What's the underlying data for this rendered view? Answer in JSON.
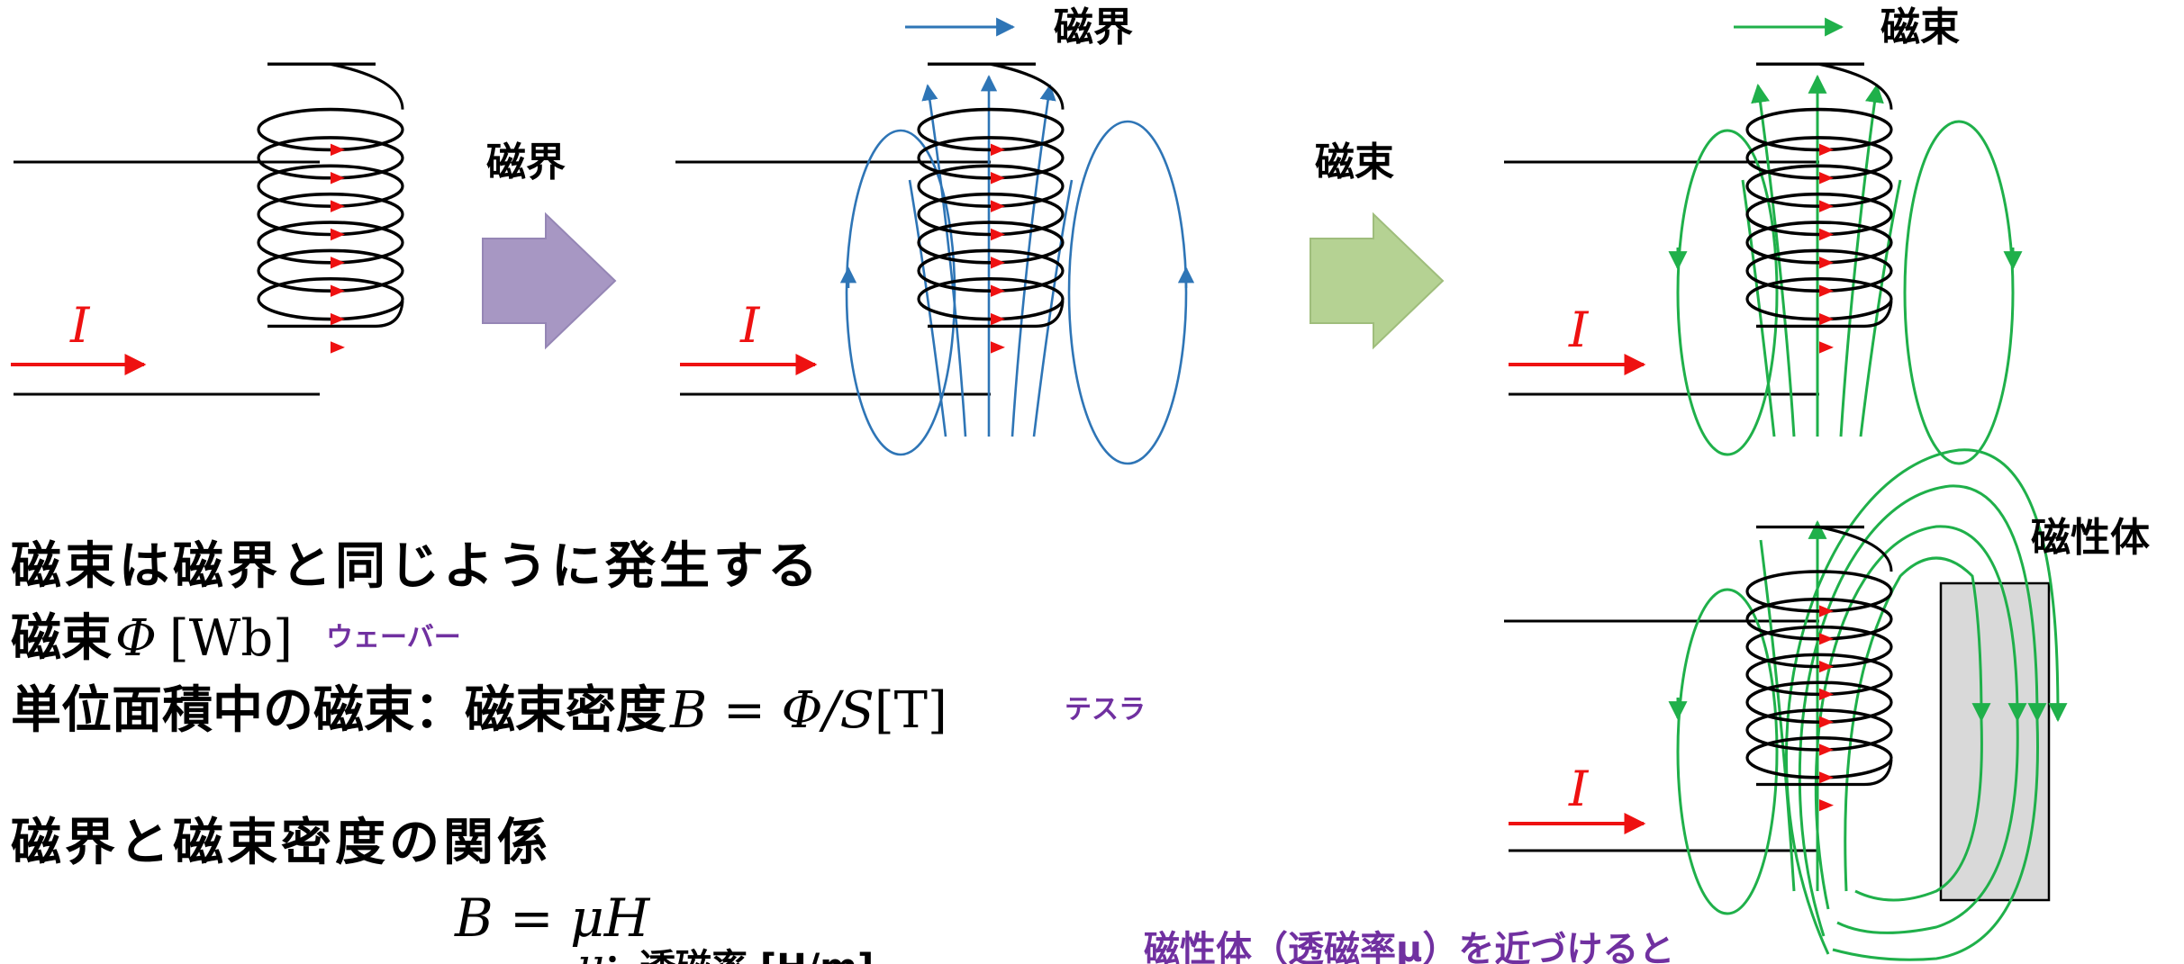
{
  "colors": {
    "current": "#ee1111",
    "field": "#2e75b6",
    "flux": "#1fb04a",
    "annotation": "#7030a0",
    "arrow1": "#a797c3",
    "arrow2": "#b5d293",
    "material": "#d9d9d9"
  },
  "diagram1": {
    "current_label": "I"
  },
  "arrow_field": {
    "label": "磁界"
  },
  "diagram2": {
    "current_label": "I",
    "legend_label": "磁界"
  },
  "arrow_flux": {
    "label": "磁束"
  },
  "diagram3": {
    "current_label": "I",
    "legend_label": "磁束"
  },
  "diagram4": {
    "current_label": "I",
    "material_label": "磁性体"
  },
  "text": {
    "line1": "磁束は磁界と同じように発生する",
    "line2_jp": "磁束",
    "line2_sym": "Φ",
    "line2_unit": "[Wb]",
    "line2_reading": "ウェーバー",
    "line3_jp": "単位面積中の磁束：磁束密度",
    "line3_formula": "B = Φ/S",
    "line3_unit": "[T]",
    "line3_reading": "テスラ",
    "line4": "磁界と磁束密度の関係",
    "formula": "B = μH",
    "mu_note_sym": "μ",
    "mu_note": "：透磁率 [H/m]",
    "bottom_note": "磁性体（透磁率μ）を近づけると"
  }
}
